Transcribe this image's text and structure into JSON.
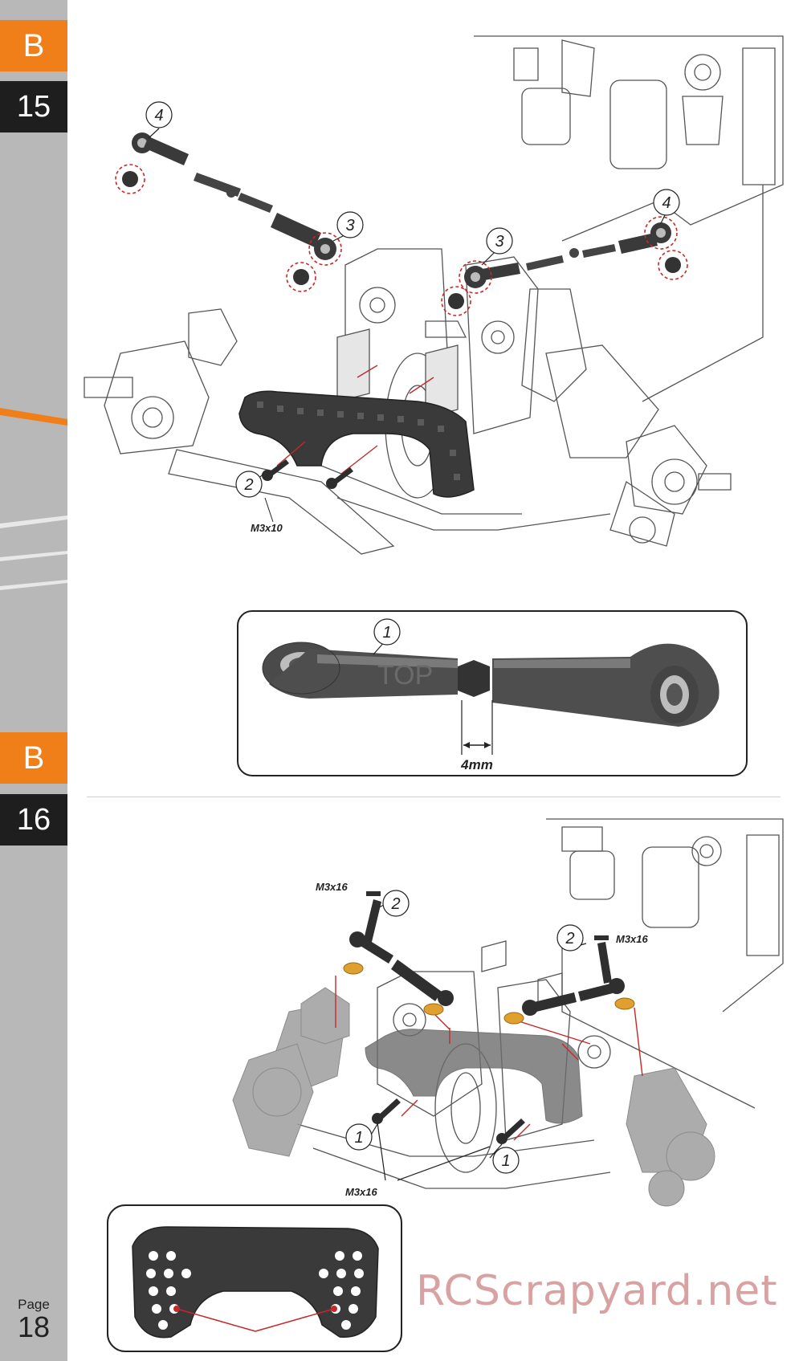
{
  "sidebar": {
    "sections": [
      {
        "letter": "B",
        "step": "15"
      },
      {
        "letter": "B",
        "step": "16"
      }
    ],
    "page_label": "Page",
    "page_number": "18"
  },
  "step15": {
    "callouts": [
      "4",
      "3",
      "3",
      "4",
      "2",
      "1"
    ],
    "screw_label": "M3x10",
    "rod_marking": "TOP",
    "measure_label": "4mm"
  },
  "step16": {
    "callouts": [
      "2",
      "2",
      "1",
      "1"
    ],
    "screw_labels": [
      "M3x16",
      "M3x16",
      "M3x16"
    ]
  },
  "watermark": "RCScrapyard.net",
  "colors": {
    "accent_orange": "#f07f1a",
    "dark_block": "#1e1e1e",
    "sidebar_grey": "#b8b8b8",
    "guide_red": "#c62828",
    "watermark": "#d9a2a2"
  }
}
